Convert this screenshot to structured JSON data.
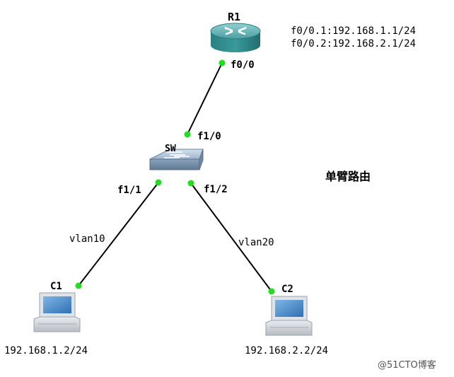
{
  "colors": {
    "port": "#22dd22",
    "link": "#000000",
    "router_body": "#2e8a8a",
    "router_top": "#63b4b8",
    "switch_top": "#b3c6d9",
    "switch_side": "#7b93ad"
  },
  "router": {
    "name": "R1",
    "port_label": "f0/0",
    "icon": "router-icon",
    "subinterfaces": [
      "f0/0.1:192.168.1.1/24",
      "f0/0.2:192.168.2.1/24"
    ]
  },
  "switch": {
    "name": "SW",
    "icon": "switch-icon",
    "uplink_port": "f1/0",
    "left_port": "f1/1",
    "right_port": "f1/2"
  },
  "hosts": [
    {
      "name": "C1",
      "vlan": "vlan10",
      "ip": "192.168.1.2/24",
      "icon": "pc-icon"
    },
    {
      "name": "C2",
      "vlan": "vlan20",
      "ip": "192.168.2.2/24",
      "icon": "pc-icon"
    }
  ],
  "title": "单臂路由",
  "watermark": "@51CTO博客"
}
